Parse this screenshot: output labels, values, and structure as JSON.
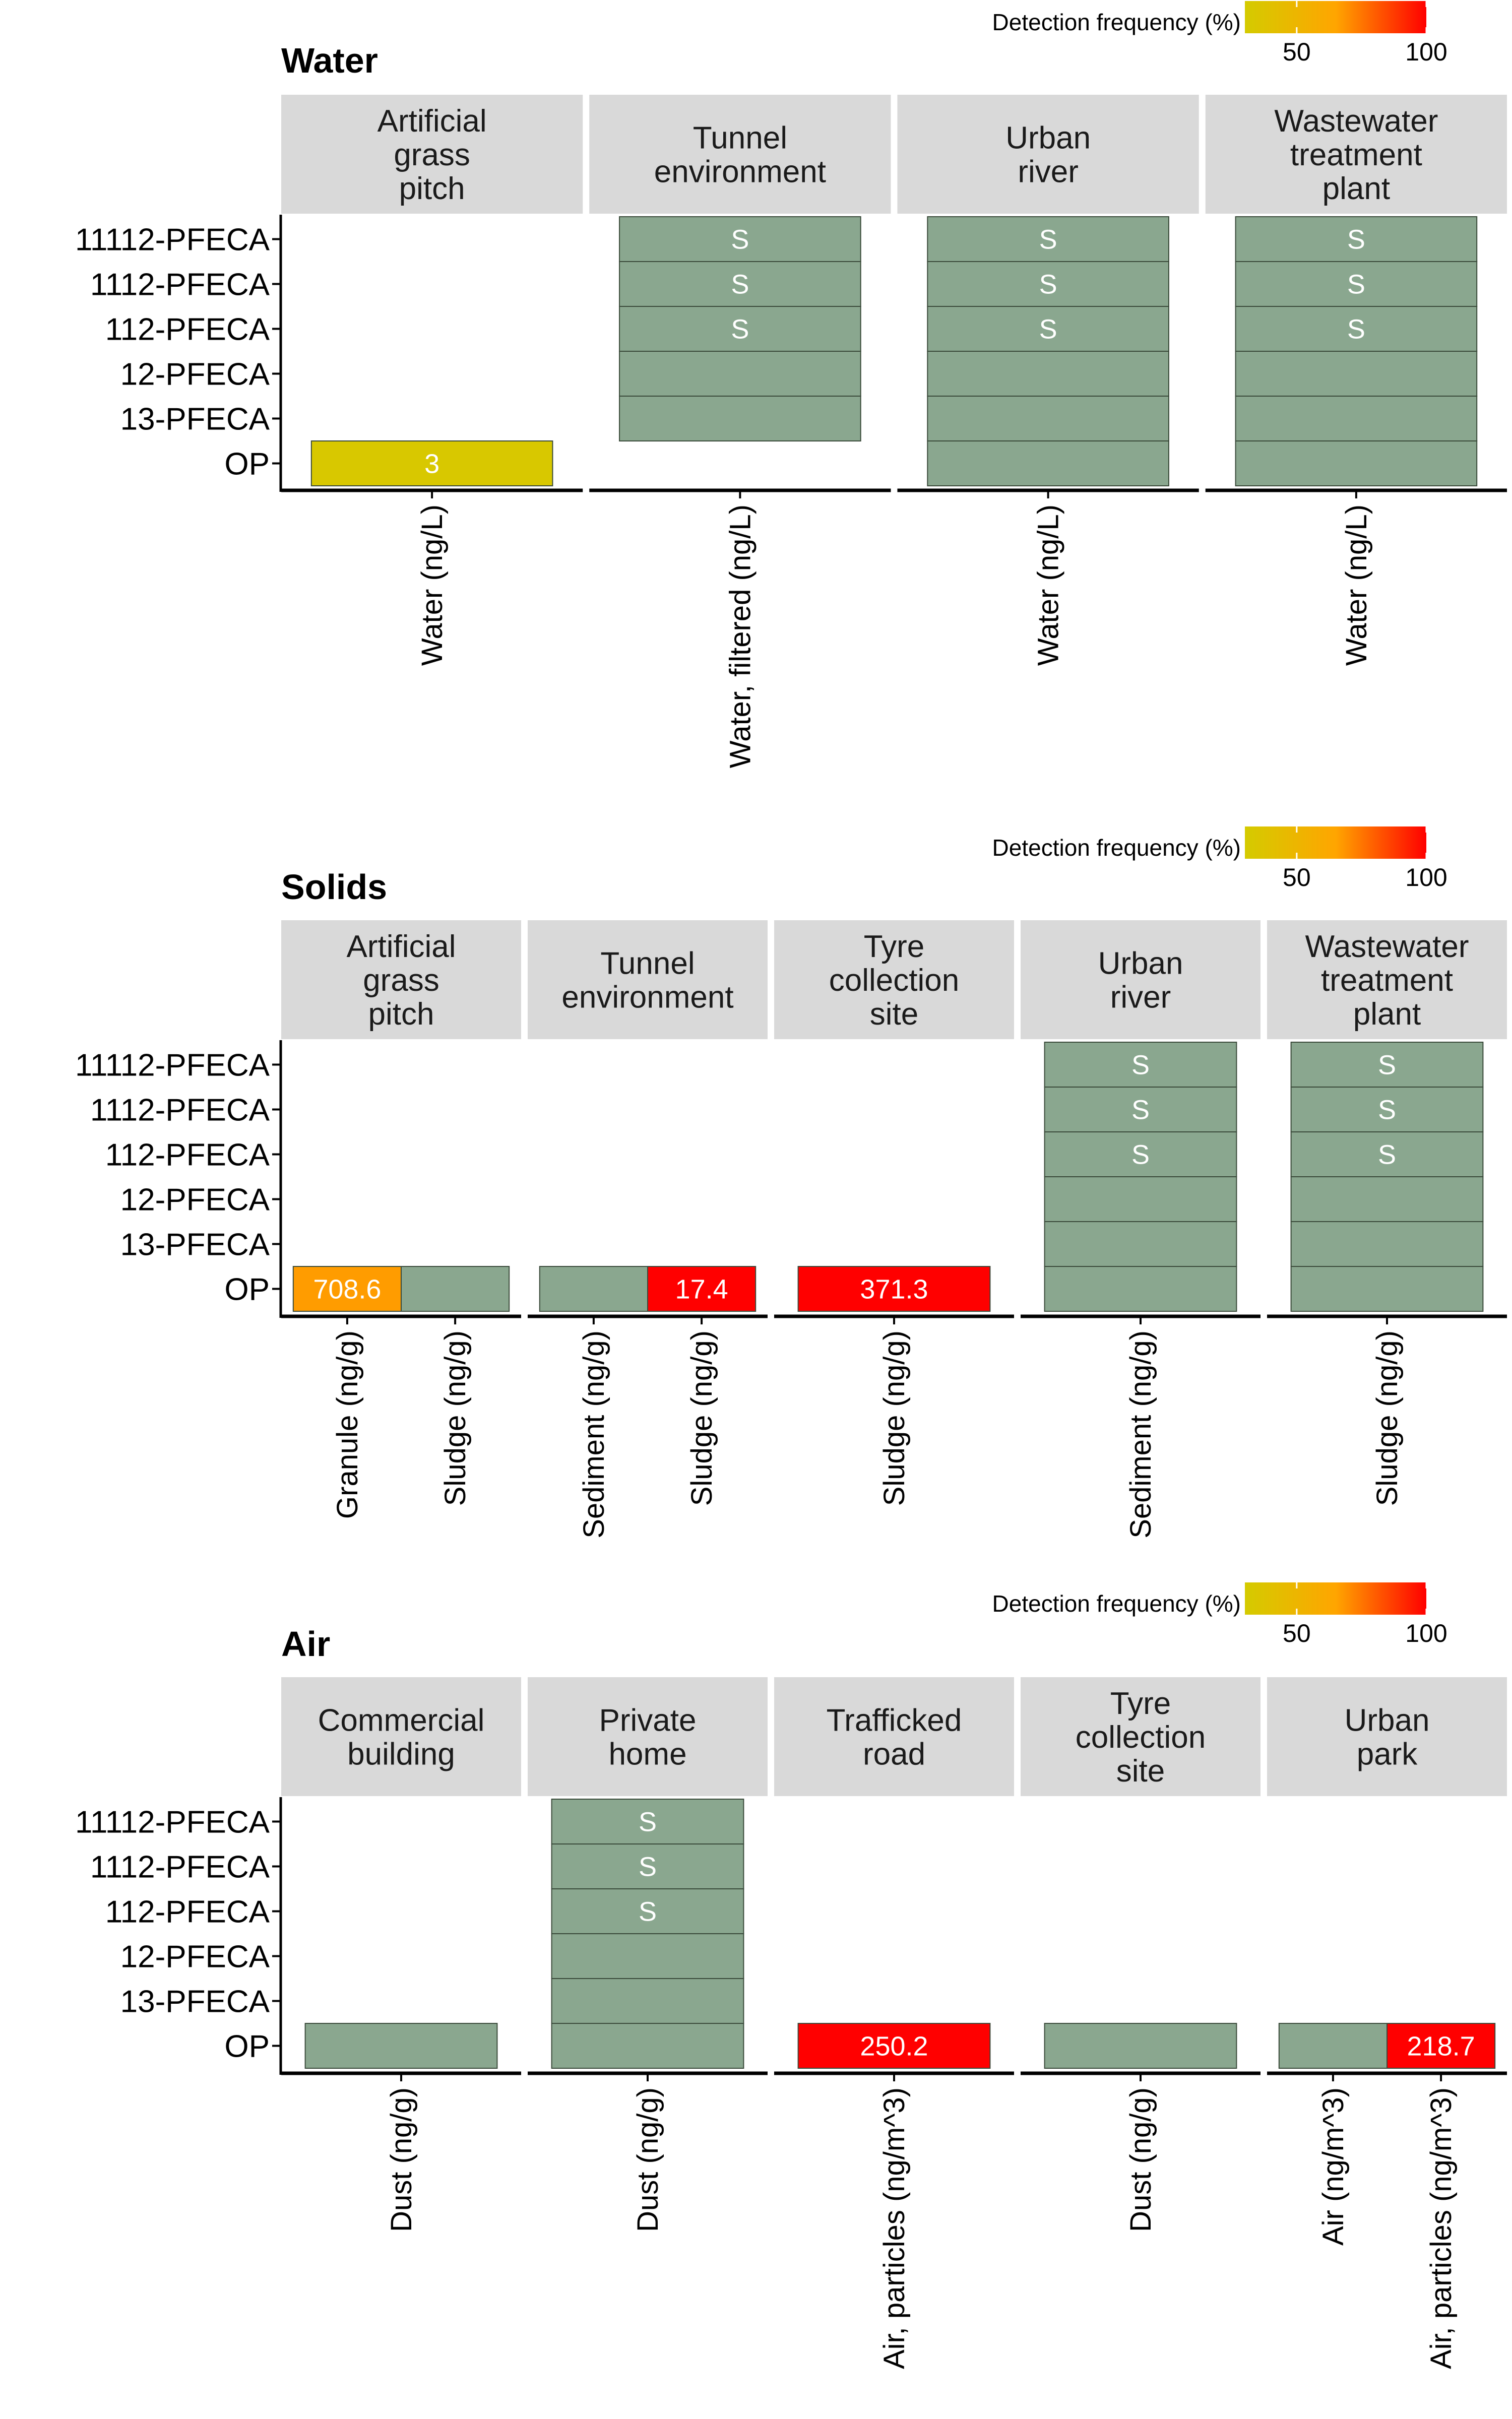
{
  "colors": {
    "sample": "#8aa78f",
    "strip": "#d9d9d9",
    "axis": "#000000",
    "sample_text": "#ffffff",
    "gradient": [
      "#d4cb00",
      "#ffa500",
      "#ff0000"
    ]
  },
  "legend": {
    "title": "Detection frequency (%)",
    "ticks": [
      "50",
      "100"
    ],
    "range": [
      30,
      100
    ]
  },
  "chart_data": [
    {
      "type": "heatmap",
      "title": "Water",
      "rows": [
        "11112-PFECA",
        "1112-PFECA",
        "112-PFECA",
        "12-PFECA",
        "13-PFECA",
        "OP"
      ],
      "panels": [
        {
          "header": [
            "Artificial",
            "grass",
            "pitch"
          ],
          "columns": [
            "Water (ng/L)"
          ],
          "cells": [
            {
              "col": 0,
              "row": 5,
              "kind": "value",
              "freq": 33,
              "label": "3"
            }
          ]
        },
        {
          "header": [
            "Tunnel",
            "environment"
          ],
          "columns": [
            "Water, filtered (ng/L)"
          ],
          "cells": [
            {
              "col": 0,
              "row": 0,
              "kind": "sample",
              "label": "S"
            },
            {
              "col": 0,
              "row": 1,
              "kind": "sample",
              "label": "S"
            },
            {
              "col": 0,
              "row": 2,
              "kind": "sample",
              "label": "S"
            },
            {
              "col": 0,
              "row": 3,
              "kind": "sample",
              "label": ""
            },
            {
              "col": 0,
              "row": 4,
              "kind": "sample",
              "label": ""
            }
          ]
        },
        {
          "header": [
            "Urban",
            "river"
          ],
          "columns": [
            "Water (ng/L)"
          ],
          "cells": [
            {
              "col": 0,
              "row": 0,
              "kind": "sample",
              "label": "S"
            },
            {
              "col": 0,
              "row": 1,
              "kind": "sample",
              "label": "S"
            },
            {
              "col": 0,
              "row": 2,
              "kind": "sample",
              "label": "S"
            },
            {
              "col": 0,
              "row": 3,
              "kind": "sample",
              "label": ""
            },
            {
              "col": 0,
              "row": 4,
              "kind": "sample",
              "label": ""
            },
            {
              "col": 0,
              "row": 5,
              "kind": "sample",
              "label": ""
            }
          ]
        },
        {
          "header": [
            "Wastewater",
            "treatment",
            "plant"
          ],
          "columns": [
            "Water (ng/L)"
          ],
          "cells": [
            {
              "col": 0,
              "row": 0,
              "kind": "sample",
              "label": "S"
            },
            {
              "col": 0,
              "row": 1,
              "kind": "sample",
              "label": "S"
            },
            {
              "col": 0,
              "row": 2,
              "kind": "sample",
              "label": "S"
            },
            {
              "col": 0,
              "row": 3,
              "kind": "sample",
              "label": ""
            },
            {
              "col": 0,
              "row": 4,
              "kind": "sample",
              "label": ""
            },
            {
              "col": 0,
              "row": 5,
              "kind": "sample",
              "label": ""
            }
          ]
        }
      ]
    },
    {
      "type": "heatmap",
      "title": "Solids",
      "rows": [
        "11112-PFECA",
        "1112-PFECA",
        "112-PFECA",
        "12-PFECA",
        "13-PFECA",
        "OP"
      ],
      "panels": [
        {
          "header": [
            "Artificial",
            "grass",
            "pitch"
          ],
          "columns": [
            "Granule (ng/g)",
            "Sludge (ng/g)"
          ],
          "cells": [
            {
              "col": 0,
              "row": 5,
              "kind": "value",
              "freq": 67,
              "label": "708.6"
            },
            {
              "col": 1,
              "row": 5,
              "kind": "sample",
              "label": ""
            }
          ]
        },
        {
          "header": [
            "Tunnel",
            "environment"
          ],
          "columns": [
            "Sediment (ng/g)",
            "Sludge (ng/g)"
          ],
          "cells": [
            {
              "col": 0,
              "row": 5,
              "kind": "sample",
              "label": ""
            },
            {
              "col": 1,
              "row": 5,
              "kind": "value",
              "freq": 100,
              "label": "17.4"
            }
          ]
        },
        {
          "header": [
            "Tyre",
            "collection",
            "site"
          ],
          "columns": [
            "Sludge (ng/g)"
          ],
          "cells": [
            {
              "col": 0,
              "row": 5,
              "kind": "value",
              "freq": 100,
              "label": "371.3"
            }
          ]
        },
        {
          "header": [
            "Urban",
            "river"
          ],
          "columns": [
            "Sediment (ng/g)"
          ],
          "cells": [
            {
              "col": 0,
              "row": 0,
              "kind": "sample",
              "label": "S"
            },
            {
              "col": 0,
              "row": 1,
              "kind": "sample",
              "label": "S"
            },
            {
              "col": 0,
              "row": 2,
              "kind": "sample",
              "label": "S"
            },
            {
              "col": 0,
              "row": 3,
              "kind": "sample",
              "label": ""
            },
            {
              "col": 0,
              "row": 4,
              "kind": "sample",
              "label": ""
            },
            {
              "col": 0,
              "row": 5,
              "kind": "sample",
              "label": ""
            }
          ]
        },
        {
          "header": [
            "Wastewater",
            "treatment",
            "plant"
          ],
          "columns": [
            "Sludge (ng/g)"
          ],
          "cells": [
            {
              "col": 0,
              "row": 0,
              "kind": "sample",
              "label": "S"
            },
            {
              "col": 0,
              "row": 1,
              "kind": "sample",
              "label": "S"
            },
            {
              "col": 0,
              "row": 2,
              "kind": "sample",
              "label": "S"
            },
            {
              "col": 0,
              "row": 3,
              "kind": "sample",
              "label": ""
            },
            {
              "col": 0,
              "row": 4,
              "kind": "sample",
              "label": ""
            },
            {
              "col": 0,
              "row": 5,
              "kind": "sample",
              "label": ""
            }
          ]
        }
      ]
    },
    {
      "type": "heatmap",
      "title": "Air",
      "rows": [
        "11112-PFECA",
        "1112-PFECA",
        "112-PFECA",
        "12-PFECA",
        "13-PFECA",
        "OP"
      ],
      "panels": [
        {
          "header": [
            "Commercial",
            "building"
          ],
          "columns": [
            "Dust (ng/g)"
          ],
          "cells": [
            {
              "col": 0,
              "row": 5,
              "kind": "sample",
              "label": ""
            }
          ]
        },
        {
          "header": [
            "Private",
            "home"
          ],
          "columns": [
            "Dust (ng/g)"
          ],
          "cells": [
            {
              "col": 0,
              "row": 0,
              "kind": "sample",
              "label": "S"
            },
            {
              "col": 0,
              "row": 1,
              "kind": "sample",
              "label": "S"
            },
            {
              "col": 0,
              "row": 2,
              "kind": "sample",
              "label": "S"
            },
            {
              "col": 0,
              "row": 3,
              "kind": "sample",
              "label": ""
            },
            {
              "col": 0,
              "row": 4,
              "kind": "sample",
              "label": ""
            },
            {
              "col": 0,
              "row": 5,
              "kind": "sample",
              "label": ""
            }
          ]
        },
        {
          "header": [
            "Trafficked",
            "road"
          ],
          "columns": [
            "Air, particles (ng/m^3)"
          ],
          "cells": [
            {
              "col": 0,
              "row": 5,
              "kind": "value",
              "freq": 100,
              "label": "250.2"
            }
          ]
        },
        {
          "header": [
            "Tyre",
            "collection",
            "site"
          ],
          "columns": [
            "Dust (ng/g)"
          ],
          "cells": [
            {
              "col": 0,
              "row": 5,
              "kind": "sample",
              "label": ""
            }
          ]
        },
        {
          "header": [
            "Urban",
            "park"
          ],
          "columns": [
            "Air (ng/m^3)",
            "Air, particles (ng/m^3)"
          ],
          "cells": [
            {
              "col": 0,
              "row": 5,
              "kind": "sample",
              "label": ""
            },
            {
              "col": 1,
              "row": 5,
              "kind": "value",
              "freq": 100,
              "label": "218.7"
            }
          ]
        }
      ]
    }
  ]
}
